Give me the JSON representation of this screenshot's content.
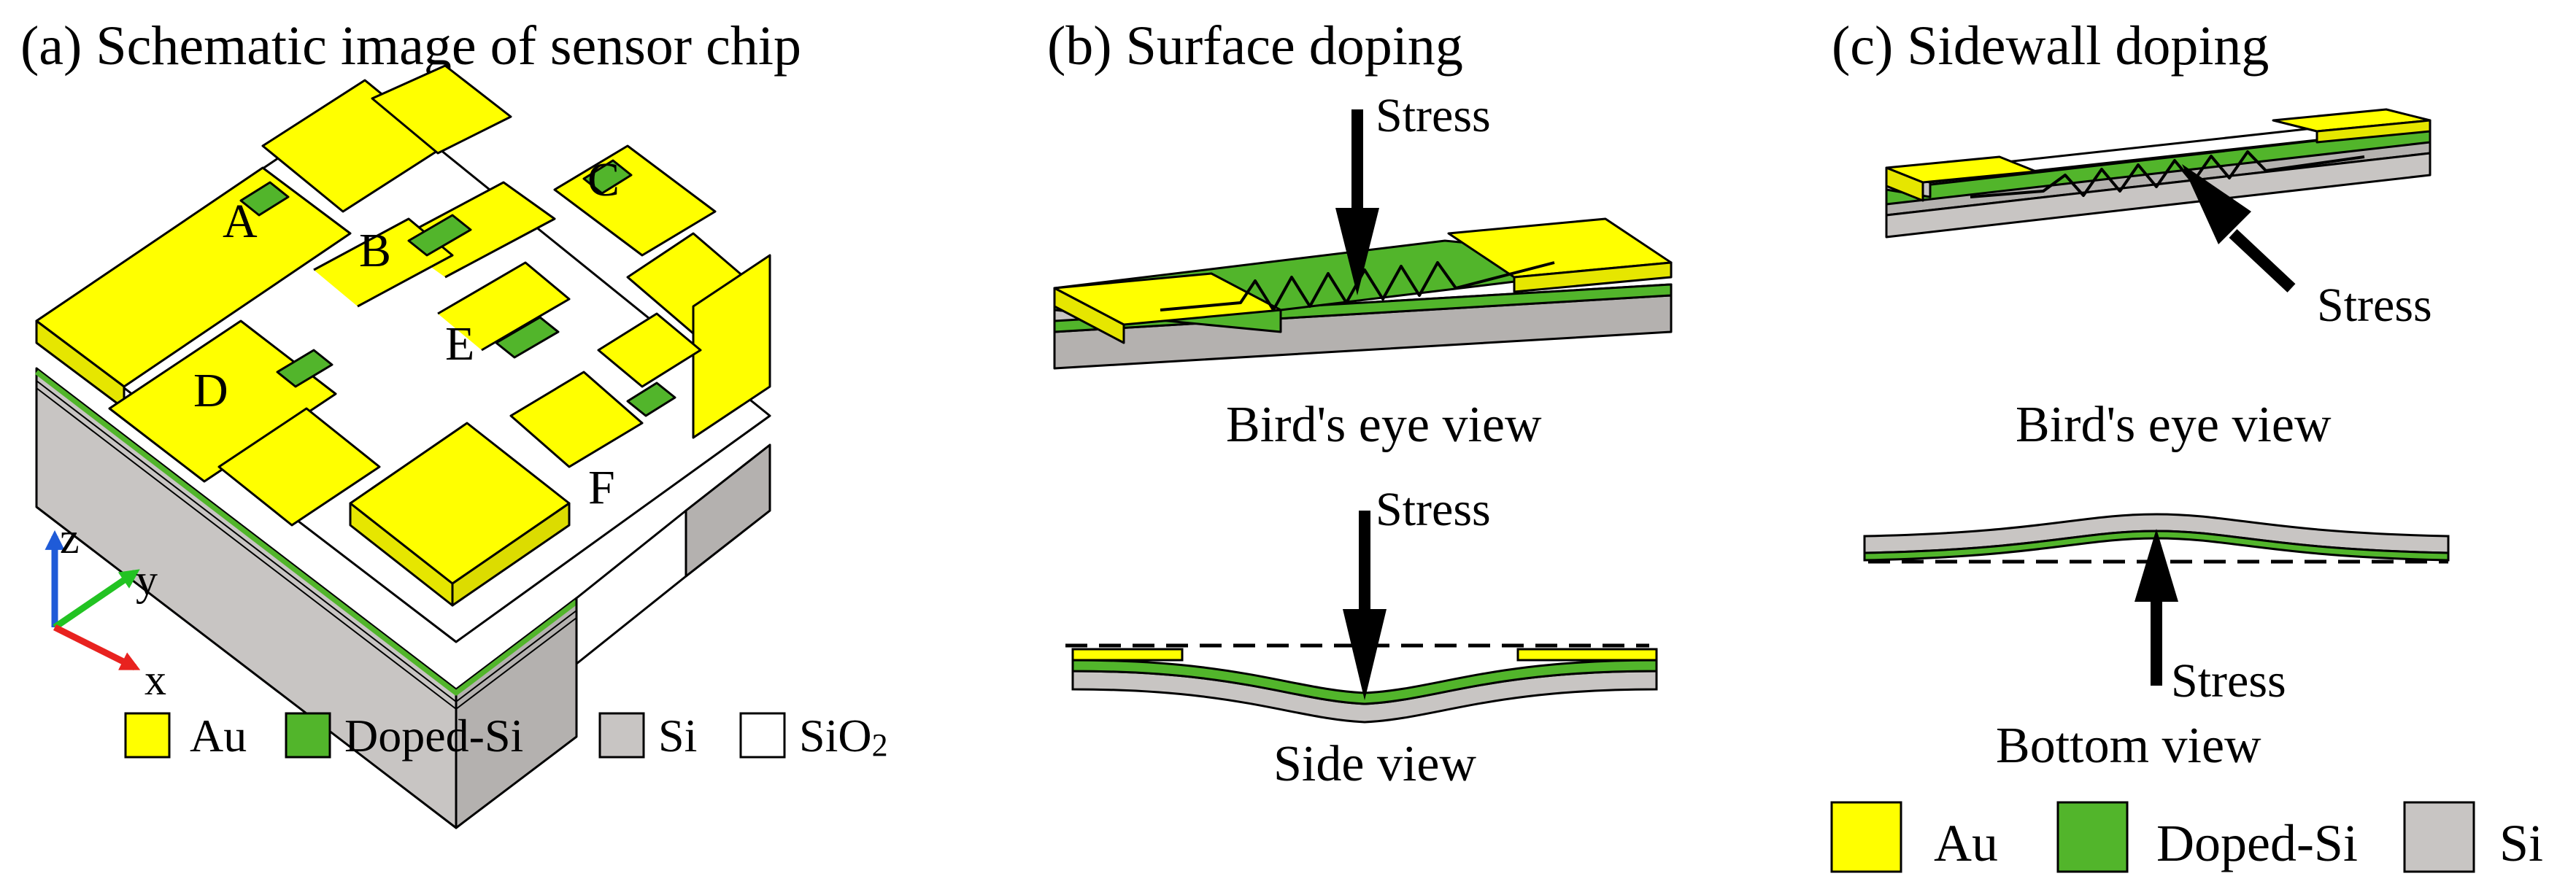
{
  "panels": {
    "a": {
      "title": "(a) Schematic image of sensor chip",
      "letters": [
        "A",
        "B",
        "C",
        "D",
        "E",
        "F"
      ],
      "axes": {
        "z": "z",
        "y": "y",
        "x": "x"
      }
    },
    "b": {
      "title": "(b) Surface doping",
      "stress_top": "Stress",
      "birds_eye_view": "Bird's eye view",
      "stress_side": "Stress",
      "side_view": "Side view"
    },
    "c": {
      "title": "(c) Sidewall doping",
      "stress_top": "Stress",
      "birds_eye_view": "Bird's eye view",
      "stress_bottom": "Stress",
      "bottom_view": "Bottom view"
    }
  },
  "legend_a": [
    {
      "label": "Au",
      "color": "#ffff00"
    },
    {
      "label": "Doped-Si",
      "color": "#52b52b"
    },
    {
      "label": "Si",
      "color": "#c8c5c3"
    },
    {
      "label": "SiO",
      "sub": "2",
      "color": "#ffffff"
    }
  ],
  "legend_c": [
    {
      "label": "Au",
      "color": "#ffff00"
    },
    {
      "label": "Doped-Si",
      "color": "#52b52b"
    },
    {
      "label": "Si",
      "color": "#c8c5c3"
    }
  ],
  "colors": {
    "au": "#ffff00",
    "doped_si": "#52b52b",
    "si": "#c8c5c3",
    "sio2": "#ffffff",
    "stroke": "#000000"
  }
}
